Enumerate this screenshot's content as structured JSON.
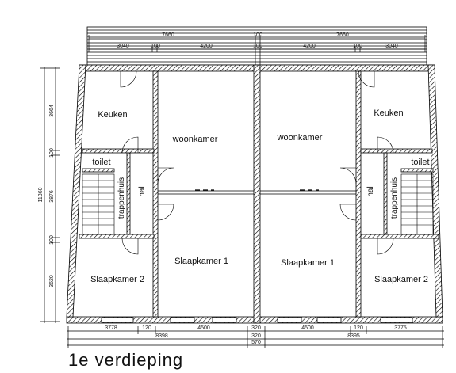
{
  "title": "1e verdieping",
  "rooms": {
    "keuken_left": "Keuken",
    "keuken_right": "Keuken",
    "woonkamer_left": "woonkamer",
    "woonkamer_right": "woonkamer",
    "toilet_left": "toilet",
    "toilet_right": "toilet",
    "trappenhuis_left": "trappenhuis",
    "trappenhuis_right": "trappenhuis",
    "hal_left": "hal",
    "hal_right": "hal",
    "slaapkamer1_left": "Slaapkamer 1",
    "slaapkamer1_right": "Slaapkamer 1",
    "slaapkamer2_left": "Slaapkamer 2",
    "slaapkamer2_right": "Slaapkamer 2"
  },
  "dimensions": {
    "top_overall_left": "7660",
    "top_overall_right": "7660",
    "top_mid_a": "100",
    "top_mid_b": "100",
    "top_left_1": "3040",
    "top_left_2": "100",
    "top_left_3": "4200",
    "top_right_1": "4200",
    "top_right_2": "100",
    "top_right_3": "3040",
    "left_total": "11360",
    "left_1": "3664",
    "left_2": "100",
    "left_3": "3876",
    "left_4": "100",
    "left_5": "3620",
    "bottom_1": "3778",
    "bottom_2": "120",
    "bottom_3": "4500",
    "bottom_4": "320",
    "bottom_5": "4500",
    "bottom_6": "120",
    "bottom_7": "3775",
    "bottom_half_left": "8398",
    "bottom_mid": "320",
    "bottom_half_right": "8395",
    "bottom_mid_2": "570"
  }
}
